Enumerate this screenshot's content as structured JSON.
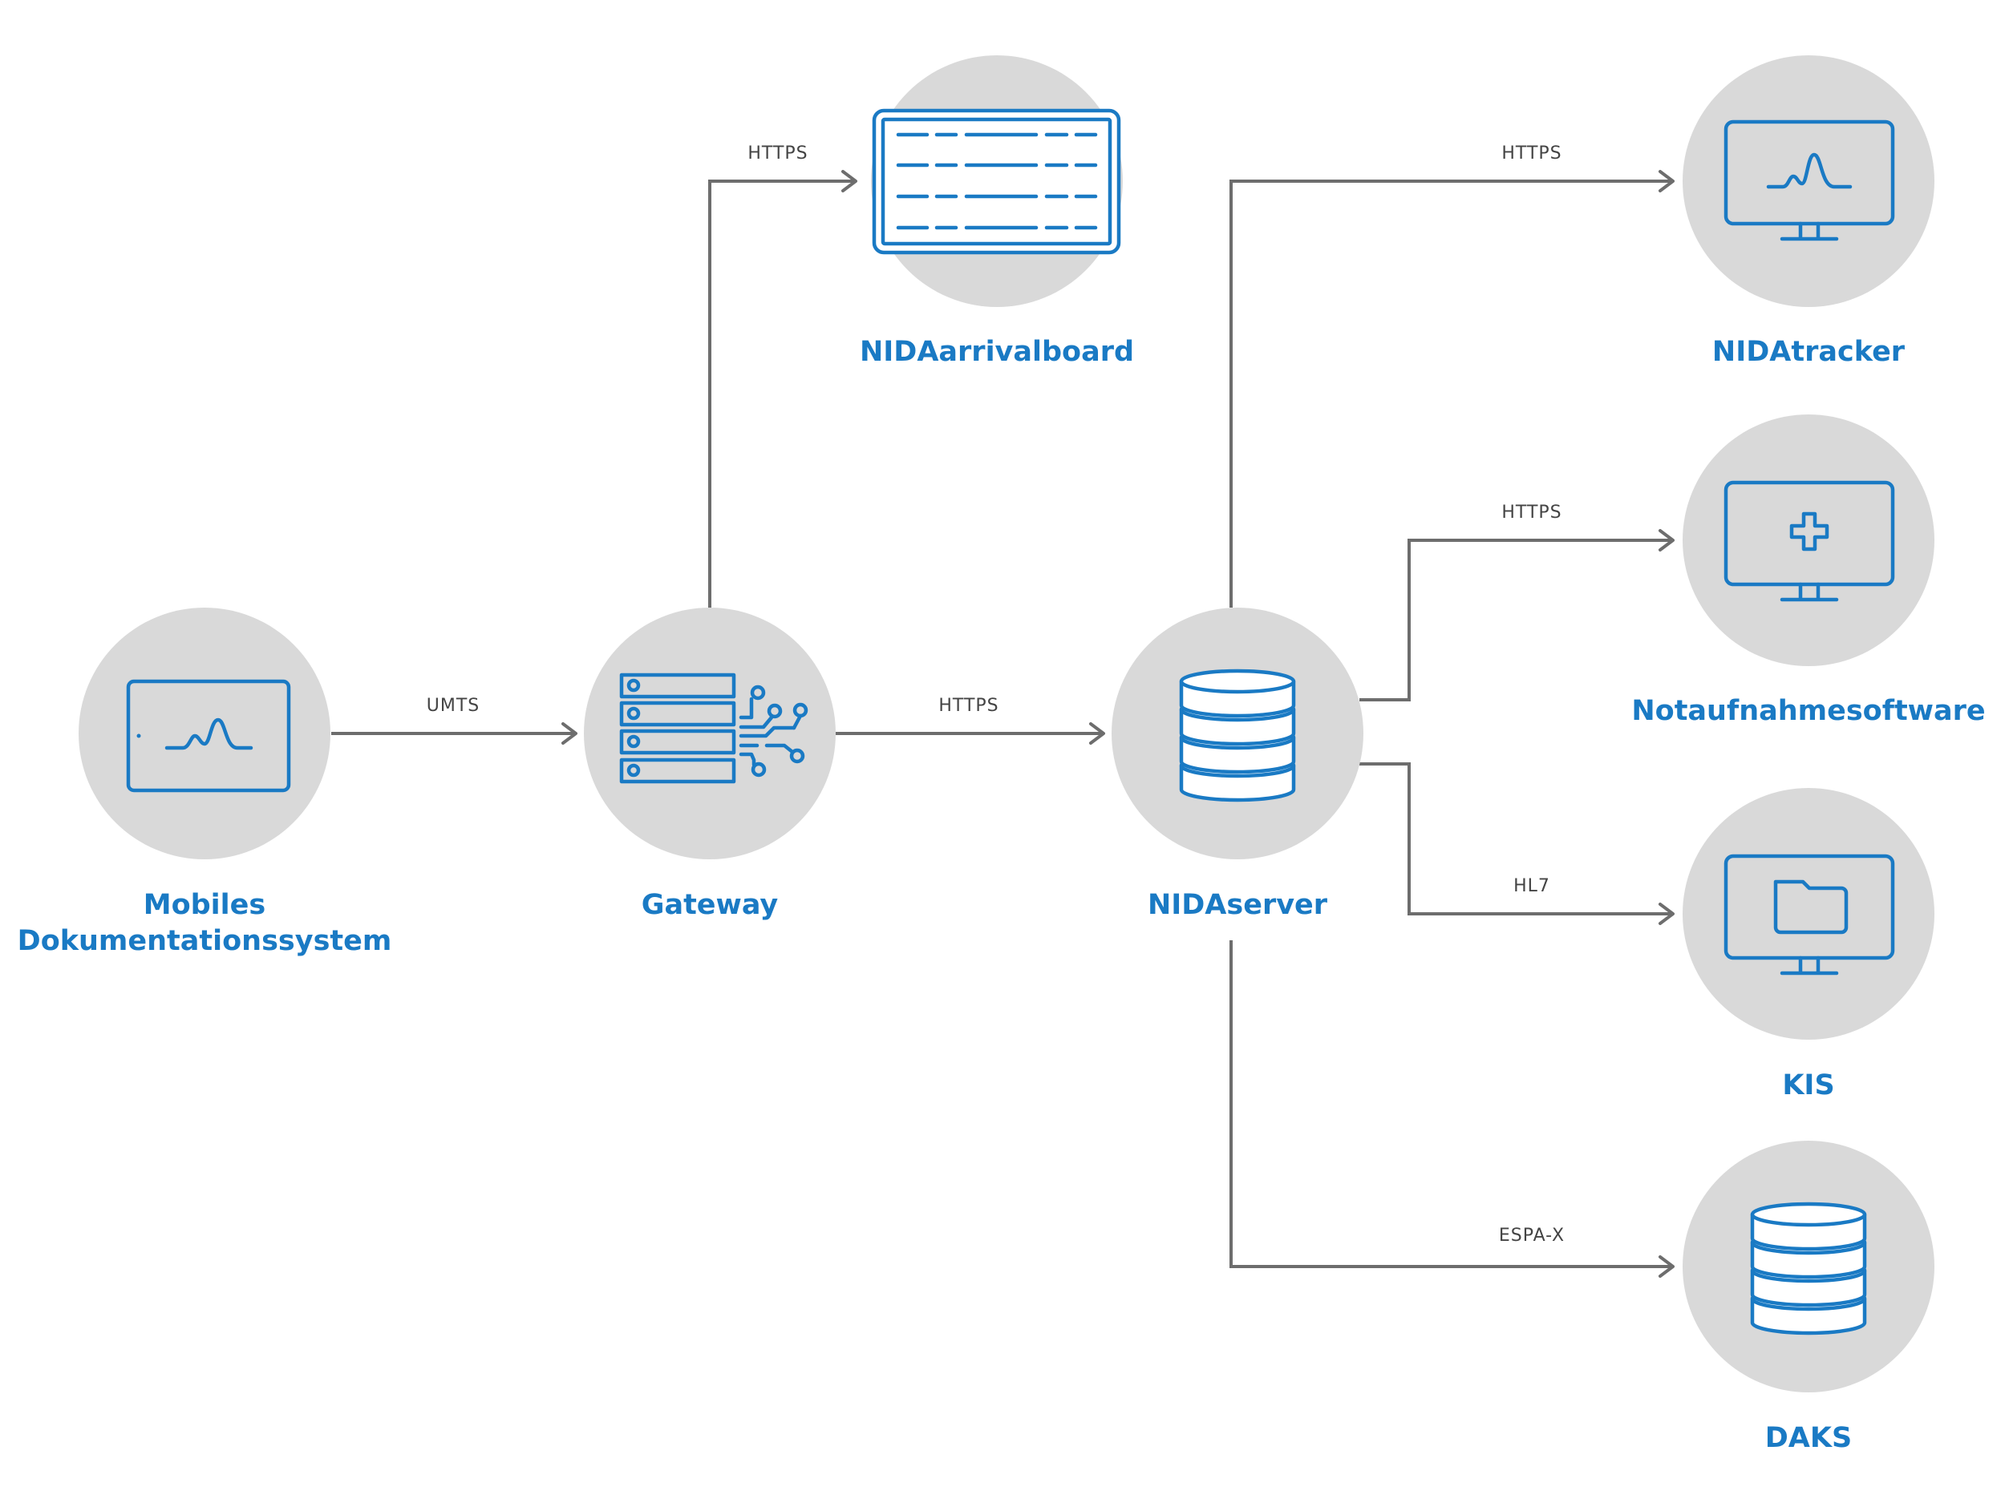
{
  "colors": {
    "accent": "#1a7ac4",
    "circle": "#d9d9d9",
    "edge": "#6d6d6d",
    "edge_label": "#444444"
  },
  "nodes": {
    "mobile": {
      "label_line1": "Mobiles",
      "label_line2": "Dokumentationssystem",
      "icon": "tablet-waveform-icon"
    },
    "gateway": {
      "label": "Gateway",
      "icon": "server-network-icon"
    },
    "arrivalboard": {
      "label": "NIDAarrivalboard",
      "icon": "arrival-board-icon"
    },
    "server": {
      "label": "NIDAserver",
      "icon": "database-icon"
    },
    "tracker": {
      "label": "NIDAtracker",
      "icon": "monitor-waveform-icon"
    },
    "notaufnahme": {
      "label": "Notaufnahmesoftware",
      "icon": "monitor-medical-cross-icon"
    },
    "kis": {
      "label": "KIS",
      "icon": "monitor-folder-icon"
    },
    "daks": {
      "label": "DAKS",
      "icon": "database-icon"
    }
  },
  "edges": {
    "mobile_gateway": "UMTS",
    "gateway_arrivalboard": "HTTPS",
    "gateway_server": "HTTPS",
    "server_tracker": "HTTPS",
    "server_notaufnahme": "HTTPS",
    "server_kis": "HL7",
    "server_daks": "ESPA-X"
  }
}
